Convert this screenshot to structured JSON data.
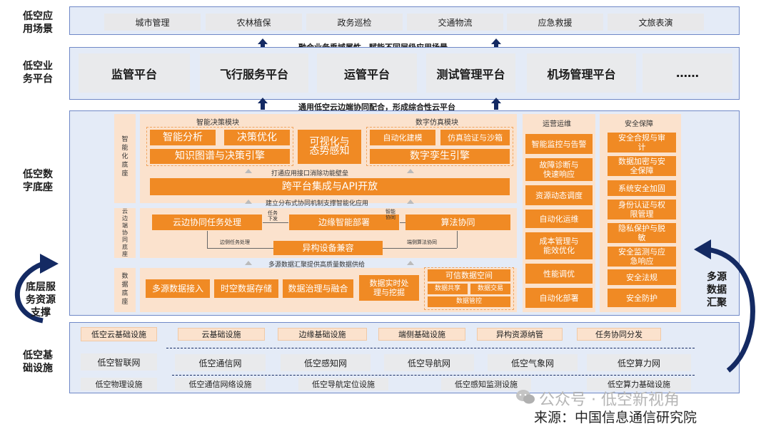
{
  "layers": {
    "scenes": {
      "label": "低空应\n用场景",
      "items": [
        "城市管理",
        "农林植保",
        "政务巡检",
        "交通物流",
        "应急救援",
        "文旅表演"
      ]
    },
    "business": {
      "label": "低空业\n务平台",
      "items": [
        "监管平台",
        "飞行服务平台",
        "运管平台",
        "测试管理平台",
        "机场管理平台",
        "……"
      ]
    },
    "digital": {
      "label": "低空数\n字底座"
    },
    "infra": {
      "label": "低空基\n础设施"
    }
  },
  "captions": {
    "between_scene_business": "融合业务垂域属性，赋能不同层级应用场景",
    "between_business_digital": "通用低空云边端协同配合，形成综合性云平台"
  },
  "intelligent": {
    "side_label": "智\n能\n化\n底\n座",
    "decision_title": "智能决策模块",
    "simulation_title": "数字仿真模块",
    "decision_items": [
      "智能分析",
      "决策优化",
      "知识图谱与决策引擎"
    ],
    "visual_item": "可视化与\n态势感知",
    "simulation_items": [
      "自动化建模",
      "仿真验证与沙箱",
      "数字孪生引擎"
    ],
    "interface_caption": "打通应用接口消除功能壁垒",
    "api_item": "跨平台集成与API开放"
  },
  "collab": {
    "caption_above": "建立分布式协同机制支撑智能化应用",
    "side_label": "云\n边\n端\n协\n同\n底\n座",
    "task": "云边协同任务处理",
    "edge": "边缘智能部署",
    "algo": "算法协同",
    "hetero": "异构设备兼容",
    "tiny_task_down": "任务\n下发",
    "tiny_smart_collab": "智能\n协同",
    "tiny_edge_task": "边侧任务处理",
    "tiny_end_algo": "端侧算法协同"
  },
  "data": {
    "caption_above": "多源数据汇聚提供高质量数据供给",
    "side_label": "数\n据\n底\n座",
    "items": [
      "多源数据接入",
      "时空数据存储",
      "数据治理与融合",
      "数据实时处\n理与挖掘"
    ],
    "trusted_space": "可信数据空间",
    "share": "数据共享",
    "trade": "数据交易",
    "control": "数据管控"
  },
  "ops": {
    "title": "运营运维",
    "items": [
      "智能监控与告警",
      "故障诊断与\n快速响应",
      "资源动态调度",
      "自动化运维",
      "成本管理与\n能效优化",
      "性能调优",
      "自动化部署"
    ]
  },
  "security": {
    "title": "安全保障",
    "items": [
      "安全合规与审\n计",
      "数据加密与安\n全保障",
      "系统安全加固",
      "身份认证与权\n限管理",
      "隐私保护与脱\n敏",
      "安全监测与应\n急响应",
      "安全法规",
      "安全防护"
    ]
  },
  "infra": {
    "tags": [
      "低空云基础设施",
      "云基础设施",
      "边缘基础设施",
      "端侧基础设施",
      "异构资源纳管",
      "任务协同分发"
    ],
    "networks": [
      "低空智联网",
      "低空通信网",
      "低空感知网",
      "低空导航网",
      "低空气象网",
      "低空算力网"
    ],
    "physical": [
      "低空物理设施",
      "低空通信网络设施",
      "低空导航定位设施",
      "低空感知监测设施",
      "低空算力基础设施"
    ]
  },
  "side_labels": {
    "left": "底层服\n务资源\n支撑",
    "right": "多源\n数据\n汇聚"
  },
  "watermark": "公众号 · 低空新视角",
  "source": "来源：中国信息通信研究院",
  "colors": {
    "orange": "#f08a24",
    "peach": "#fbe2cd",
    "band_fill": "#e4ebf7",
    "band_border": "#6f88c7",
    "navy": "#142a63"
  }
}
